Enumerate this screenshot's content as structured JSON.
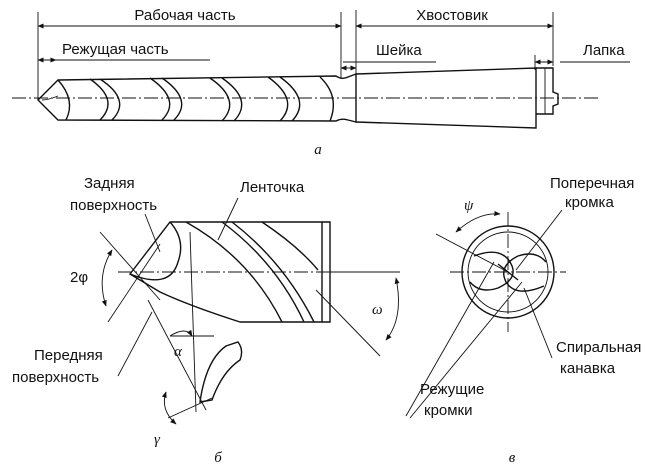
{
  "part_a": {
    "working_part": "Рабочая часть",
    "shank": "Хвостовик",
    "cutting_part": "Режущая часть",
    "neck": "Шейка",
    "tang": "Лапка",
    "caption": "а"
  },
  "part_b": {
    "flank_surface_line1": "Задняя",
    "flank_surface_line2": "поверхность",
    "margin": "Ленточка",
    "point_angle": "2φ",
    "rake_face_line1": "Передняя",
    "rake_face_line2": "поверхность",
    "helix_angle": "ω",
    "clearance_angle": "α",
    "rake_angle": "γ",
    "caption": "б"
  },
  "part_v": {
    "chisel_angle": "ψ",
    "chisel_edge_line1": "Поперечная",
    "chisel_edge_line2": "кромка",
    "flute_line1": "Спиральная",
    "flute_line2": "канавка",
    "cutting_edges_line1": "Режущие",
    "cutting_edges_line2": "кромки",
    "caption": "в"
  }
}
